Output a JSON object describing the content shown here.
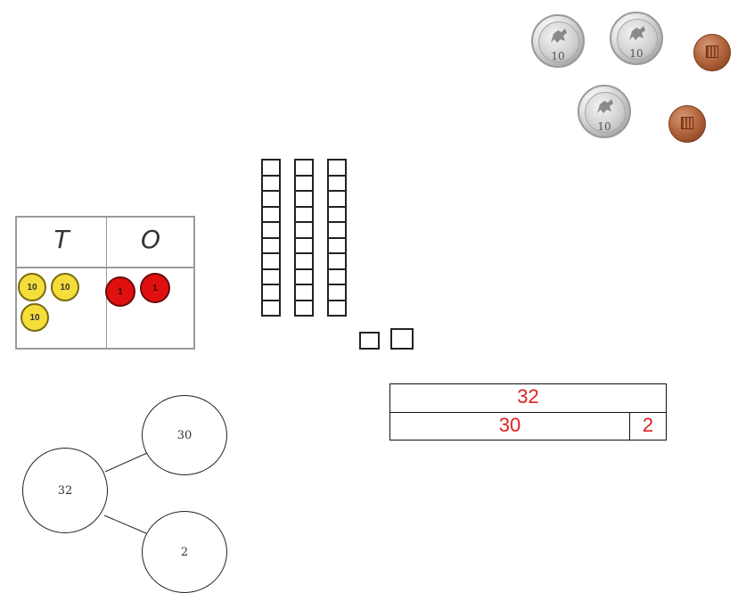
{
  "coins": [
    {
      "type": "ten-pence",
      "value_label": "10"
    },
    {
      "type": "ten-pence",
      "value_label": "10"
    },
    {
      "type": "one-penny"
    },
    {
      "type": "ten-pence",
      "value_label": "10"
    },
    {
      "type": "one-penny"
    }
  ],
  "place_value": {
    "tens_header": "T",
    "ones_header": "O",
    "tens_counter_label": "10",
    "ones_counter_label": "1",
    "tens_count": 3,
    "ones_count": 2
  },
  "base_ten": {
    "rods": 3,
    "units_per_rod": 10,
    "cubes": 2
  },
  "part_whole": {
    "whole": "32",
    "part_a": "30",
    "part_b": "2"
  },
  "bar_model": {
    "whole": "32",
    "part_a": "30",
    "part_b": "2",
    "text_color": "#e02020"
  }
}
